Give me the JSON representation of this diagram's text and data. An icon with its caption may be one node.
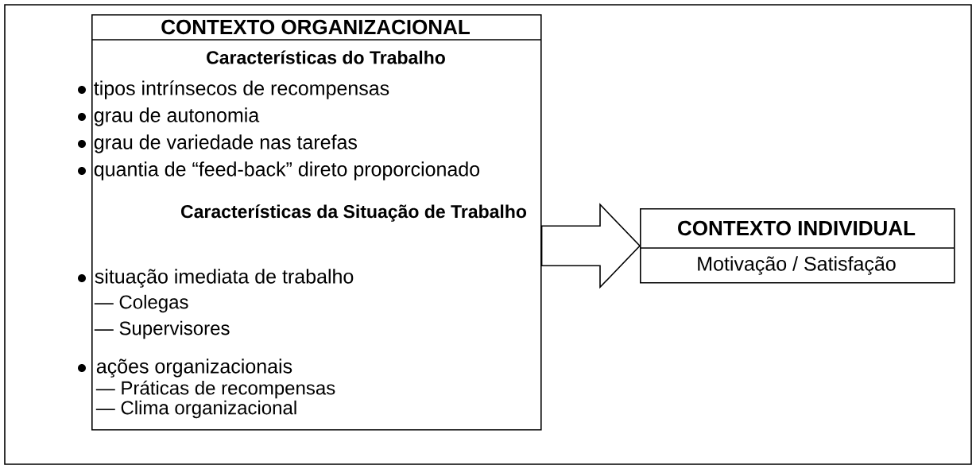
{
  "diagram": {
    "nodes": [
      {
        "text": [
          "CONTEXTO ORGANIZACIONAL",
          "Características do Trabalho",
          "tipos intrínsecos de recompensas",
          "grau de autonomia",
          "grau de variedade nas tarefas",
          "quantia de “feed-back” direto proporcionado",
          "Características da Situação de Trabalho",
          "situação imediata de trabalho",
          "— Colegas",
          "— Supervisores",
          "ações organizacionais",
          "— Práticas de recompensas",
          "— Clima organizacional"
        ]
      },
      {
        "text": [
          "CONTEXTO INDIVIDUAL",
          "Motivação / Satisfação"
        ]
      }
    ],
    "edges": [
      {
        "from": 0,
        "to": 1,
        "arrow": "to"
      }
    ]
  }
}
